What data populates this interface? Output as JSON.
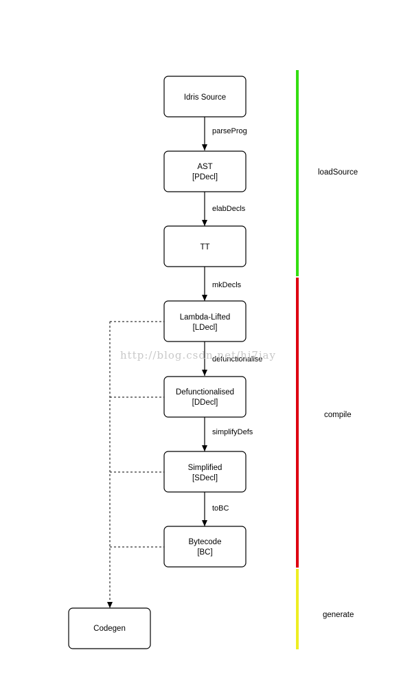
{
  "nodes": {
    "idris_source": {
      "line1": "Idris Source",
      "line2": ""
    },
    "ast": {
      "line1": "AST",
      "line2": "[PDecl]"
    },
    "tt": {
      "line1": "TT",
      "line2": ""
    },
    "lambda_lifted": {
      "line1": "Lambda-Lifted",
      "line2": "[LDecl]"
    },
    "defunctionalised": {
      "line1": "Defunctionalised",
      "line2": "[DDecl]"
    },
    "simplified": {
      "line1": "Simplified",
      "line2": "[SDecl]"
    },
    "bytecode": {
      "line1": "Bytecode",
      "line2": "[BC]"
    },
    "codegen": {
      "line1": "Codegen",
      "line2": ""
    }
  },
  "edges": {
    "parse_prog": "parseProg",
    "elab_decls": "elabDecls",
    "mk_decls": "mkDecls",
    "defunctionalise": "defunctionalise",
    "simplify_defs": "simplifyDefs",
    "to_bc": "toBC"
  },
  "phases": {
    "load_source": {
      "label": "loadSource",
      "color": "#33dd11"
    },
    "compile": {
      "label": "compile",
      "color": "#dd0011"
    },
    "generate": {
      "label": "generate",
      "color": "#eeee22"
    }
  },
  "watermark": "http://blog.csdn.net/hj7jay"
}
